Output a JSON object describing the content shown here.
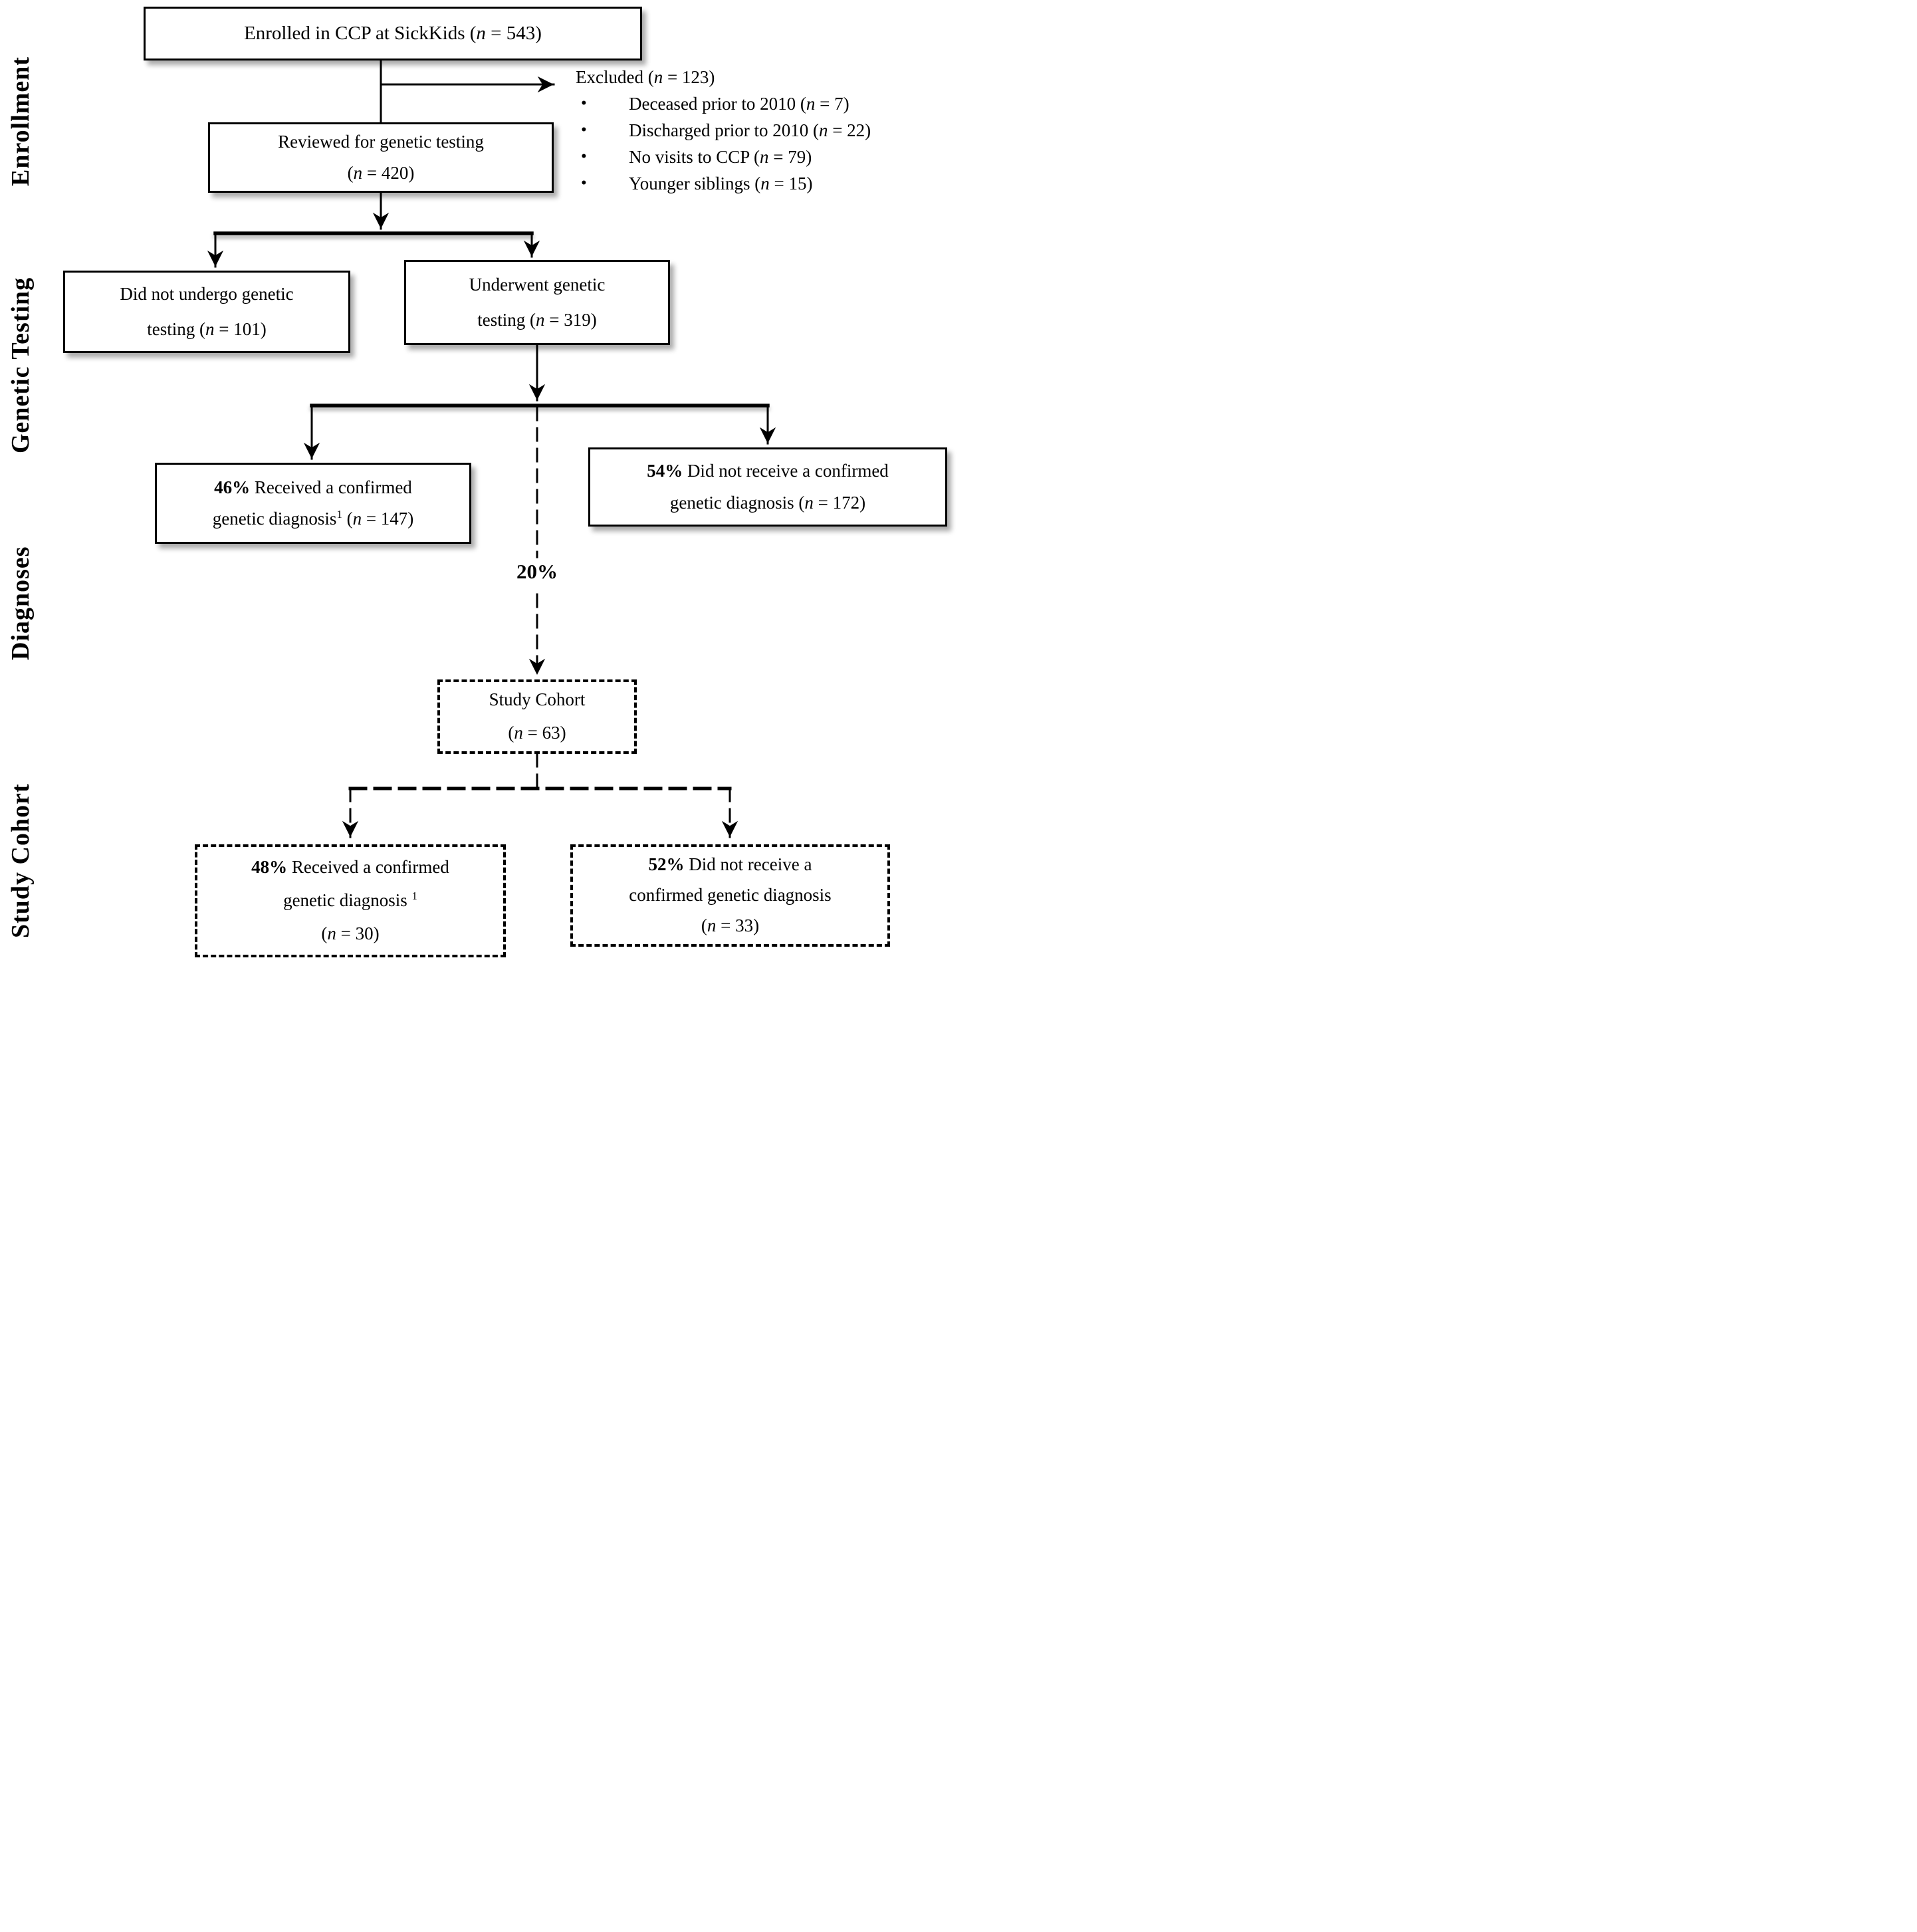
{
  "figure": {
    "background": "#ffffff",
    "ink": "#000000",
    "description": "Study enrollment flow diagram"
  },
  "sections": {
    "enrollment": "Enrollment",
    "genetic_testing": "Genetic Testing",
    "diagnoses": "Diagnoses",
    "study_cohort": "Study Cohort"
  },
  "boxes": {
    "enrolled": {
      "style": "solid",
      "lines": [
        "Enrolled in CCP at SickKids (<i>n</i> = 543)"
      ]
    },
    "reviewed": {
      "style": "solid",
      "lines": [
        "Reviewed for genetic testing",
        "(<i>n</i> = 420)"
      ]
    },
    "no_testing": {
      "style": "solid",
      "lines": [
        "Did not undergo genetic",
        "testing (<i>n</i> = 101)"
      ]
    },
    "testing": {
      "style": "solid",
      "lines": [
        "Underwent genetic",
        "testing (<i>n</i> = 319)"
      ]
    },
    "confirmed_all": {
      "style": "solid",
      "lines": [
        "<b>46%</b> Received a confirmed",
        "genetic diagnosis<sup>1</sup> (<i>n</i> = 147)"
      ]
    },
    "not_confirmed_all": {
      "style": "solid",
      "lines": [
        "<b>54%</b> Did not receive a confirmed",
        "genetic diagnosis (<i>n</i> = 172)"
      ]
    },
    "study_cohort": {
      "style": "dashed",
      "lines": [
        "Study Cohort",
        "(<i>n</i> = 63)"
      ]
    },
    "confirmed_cohort": {
      "style": "dashed",
      "lines": [
        "<b>48%</b> Received a confirmed",
        "genetic diagnosis <sup>1</sup>",
        "(<i>n</i> = 30)"
      ]
    },
    "not_confirmed_cohort": {
      "style": "dashed",
      "lines": [
        "<b>52%</b> Did not receive a",
        "confirmed genetic diagnosis",
        "(<i>n</i> = 33)"
      ]
    }
  },
  "excluded": {
    "title": "Excluded (<i>n</i> = 123)",
    "items": [
      "Deceased prior to 2010 (<i>n</i> = 7)",
      "Discharged prior to 2010 (<i>n</i> = 22)",
      "No visits to CCP (<i>n</i> = 79)",
      "Younger siblings (<i>n</i> = 15)"
    ]
  },
  "annotations": {
    "cohort_percent": "<b>20%</b>"
  }
}
